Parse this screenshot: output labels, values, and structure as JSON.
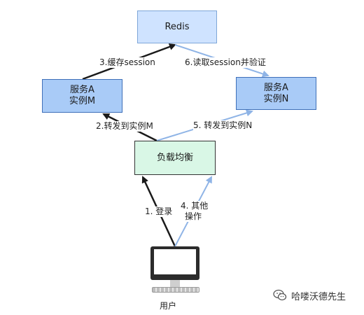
{
  "nodes": {
    "redis": "Redis",
    "service_m": {
      "line1": "服务A",
      "line2": "实例M"
    },
    "service_n": {
      "line1": "服务A",
      "line2": "实例N"
    },
    "load_balancer": "负载均衡",
    "user": "用户"
  },
  "edges": {
    "login": "1. 登录",
    "forward_m": "2.转发到实例M",
    "cache_session": "3.缓存session",
    "other_ops": {
      "line1": "4. 其他",
      "line2": "操作"
    },
    "forward_n": "5. 转发到实例N",
    "read_verify": "6.读取session并验证"
  },
  "watermark": "哈喽沃德先生",
  "icons": [
    "wechat-icon",
    "computer-icon"
  ],
  "colors": {
    "dark_arrow": "#1a1a1a",
    "light_arrow": "#8fb4e6",
    "redis_fill": "#cfe3ff",
    "service_fill": "#a9cbf7",
    "lb_fill": "#d9f7e6"
  }
}
